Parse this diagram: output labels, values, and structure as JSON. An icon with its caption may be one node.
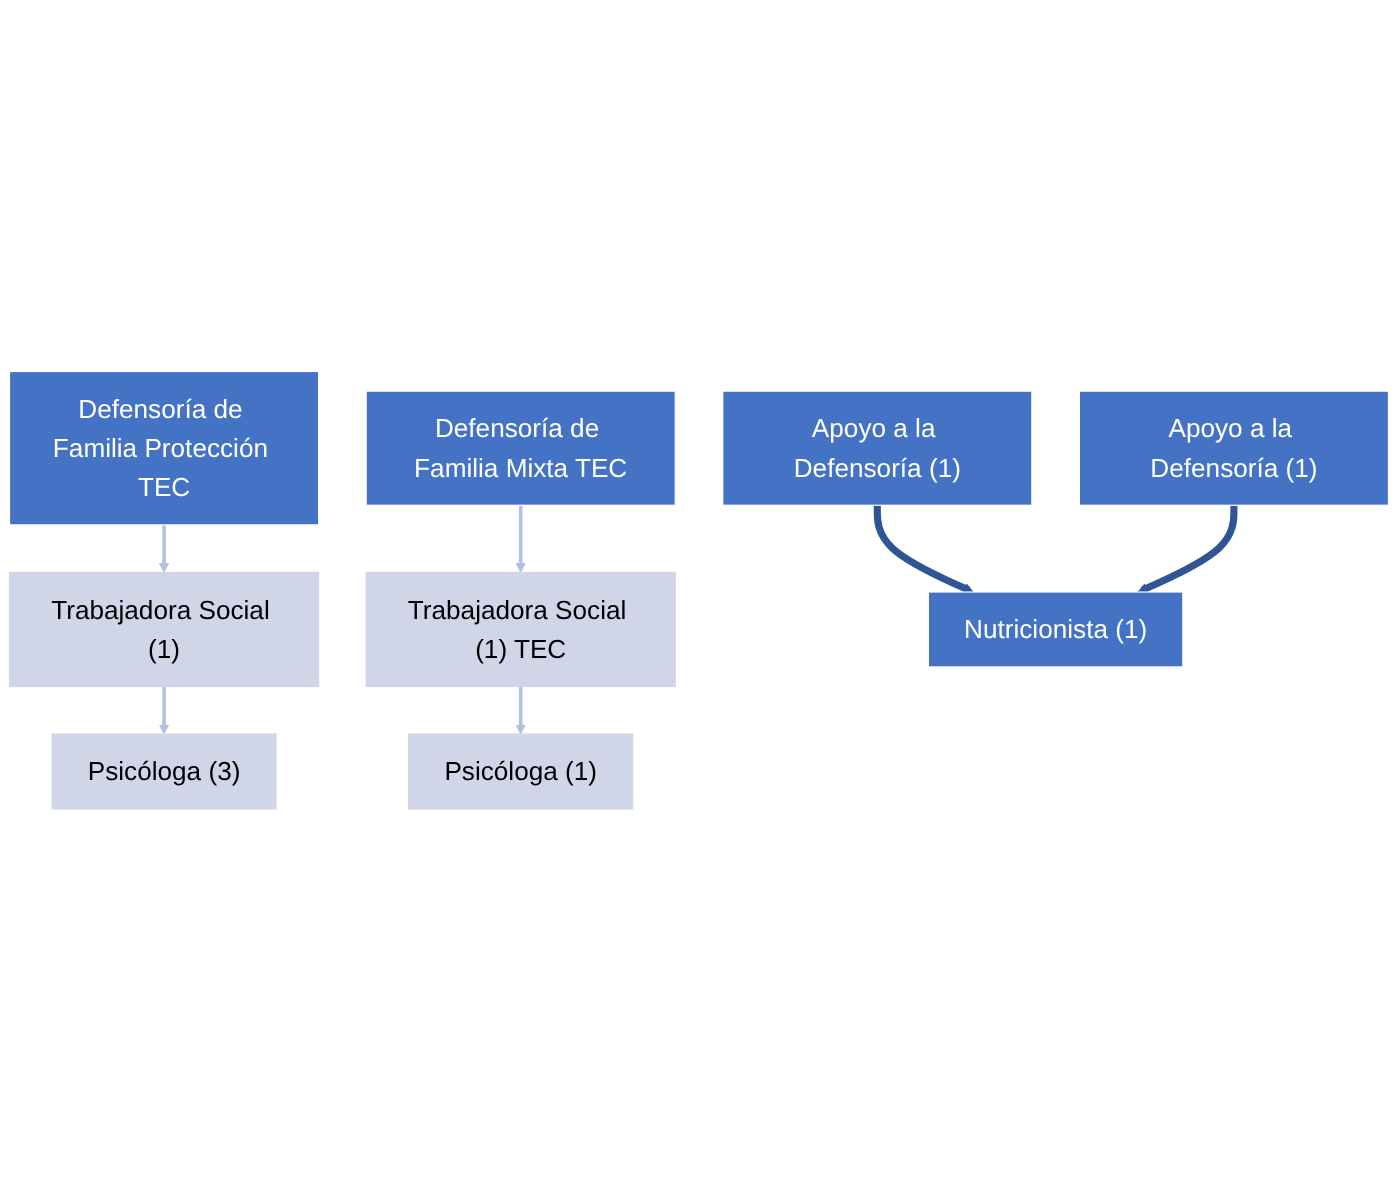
{
  "diagram": {
    "nodes": [
      {
        "text": [
          "Defensoría de Familia Protección TEC"
        ]
      },
      {
        "text": [
          "Trabajadora Social (1)"
        ]
      },
      {
        "text": [
          "Psicóloga (3)"
        ]
      },
      {
        "text": [
          "Apoyo a la Defensoría (1)"
        ]
      },
      {
        "text": [
          "Defensoría de Familia Mixta TEC"
        ]
      },
      {
        "text": [
          "Trabajadora Social (1) TEC"
        ]
      },
      {
        "text": [
          "Psicóloga (1)"
        ]
      },
      {
        "text": [
          "Apoyo a la Defensoría (1)"
        ]
      },
      {
        "text": [
          "Nutricionista (1)"
        ]
      }
    ],
    "edges": [
      {
        "from": 0,
        "to": 1,
        "arrow": "to"
      },
      {
        "from": 1,
        "to": 2,
        "arrow": "to"
      },
      {
        "from": 4,
        "to": 5,
        "arrow": "to"
      },
      {
        "from": 5,
        "to": 6,
        "arrow": "to"
      },
      {
        "from": 3,
        "to": 8,
        "arrow": "to",
        "style": "thick",
        "color": "#2f5597"
      },
      {
        "from": 7,
        "to": 8,
        "arrow": "to",
        "style": "thick",
        "color": "#2f5597"
      }
    ]
  }
}
